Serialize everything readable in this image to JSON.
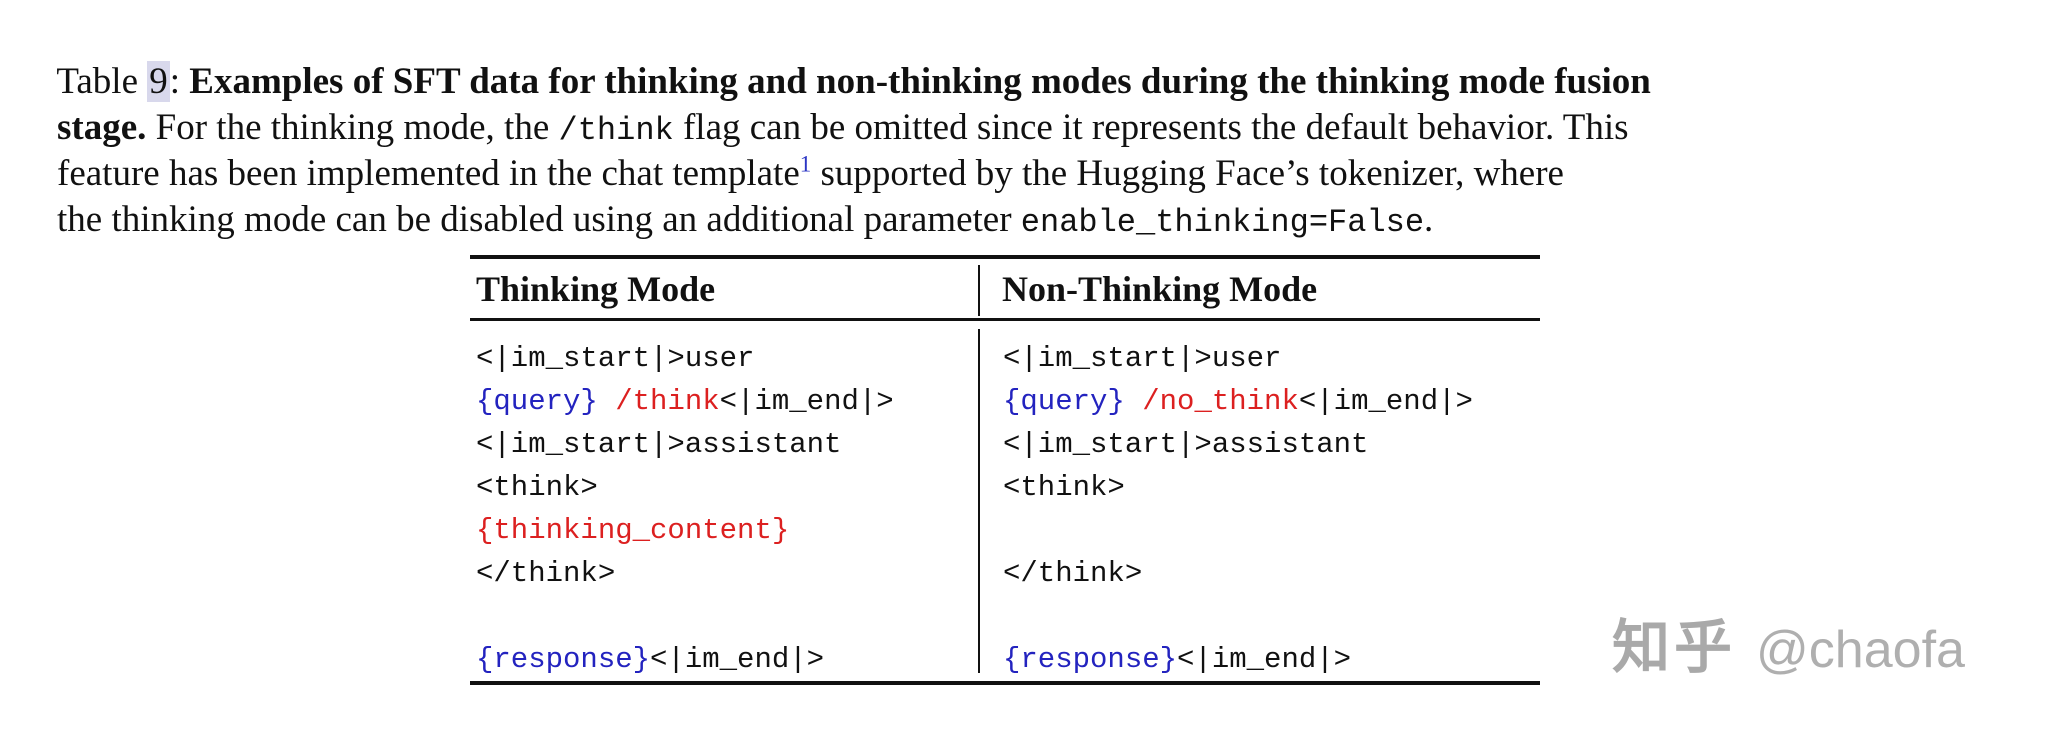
{
  "caption": {
    "lines": [
      {
        "runs": [
          {
            "t": "Table "
          },
          {
            "t": "9"
          },
          {
            "t": ": "
          },
          {
            "t": "Examples of SFT data for thinking and non-thinking modes during the thinking mode fusion"
          }
        ]
      },
      {
        "runs": [
          {
            "t": "stage."
          },
          {
            "t": " For the thinking mode, the "
          },
          {
            "t": "/think"
          },
          {
            "t": " flag can be omitted since it represents the default behavior. This"
          }
        ]
      },
      {
        "runs": [
          {
            "t": "feature has been implemented in the chat template"
          },
          {
            "t": "1"
          },
          {
            "t": " supported by the Hugging Face’s tokenizer, where"
          }
        ]
      },
      {
        "runs": [
          {
            "t": "the thinking mode can be disabled using an additional parameter "
          },
          {
            "t": "enable_thinking=False"
          },
          {
            "t": "."
          }
        ]
      }
    ]
  },
  "table": {
    "headers": {
      "left": "Thinking Mode",
      "right": "Non-Thinking Mode"
    },
    "left_column": {
      "lines": [
        [
          {
            "t": "<|im_start|>user",
            "c": "black"
          }
        ],
        [
          {
            "t": "{query}",
            "c": "blue"
          },
          {
            "t": " ",
            "c": "black"
          },
          {
            "t": "/think",
            "c": "red"
          },
          {
            "t": "<|im_end|>",
            "c": "black"
          }
        ],
        [
          {
            "t": "<|im_start|>assistant",
            "c": "black"
          }
        ],
        [
          {
            "t": "<think>",
            "c": "black"
          }
        ],
        [
          {
            "t": "{thinking_content}",
            "c": "red"
          }
        ],
        [
          {
            "t": "</think>",
            "c": "black"
          }
        ],
        [],
        [
          {
            "t": "{response}",
            "c": "blue"
          },
          {
            "t": "<|im_end|>",
            "c": "black"
          }
        ]
      ]
    },
    "right_column": {
      "lines": [
        [
          {
            "t": "<|im_start|>user",
            "c": "black"
          }
        ],
        [
          {
            "t": "{query}",
            "c": "blue"
          },
          {
            "t": " ",
            "c": "black"
          },
          {
            "t": "/no_think",
            "c": "red"
          },
          {
            "t": "<|im_end|>",
            "c": "black"
          }
        ],
        [
          {
            "t": "<|im_start|>assistant",
            "c": "black"
          }
        ],
        [
          {
            "t": "<think>",
            "c": "black"
          }
        ],
        [],
        [
          {
            "t": "</think>",
            "c": "black"
          }
        ],
        [],
        [
          {
            "t": "{response}",
            "c": "blue"
          },
          {
            "t": "<|im_end|>",
            "c": "black"
          }
        ]
      ]
    }
  },
  "watermark": {
    "brand": "知乎",
    "handle": "@chaofa"
  },
  "colors": {
    "text": "#111111",
    "code_blue": "#2323bf",
    "code_red": "#dc2020",
    "footnote_link_blue": "#2b35c4",
    "table_ref_highlight": "#d8d8ec",
    "watermark_gray": "#a9a9a9"
  }
}
